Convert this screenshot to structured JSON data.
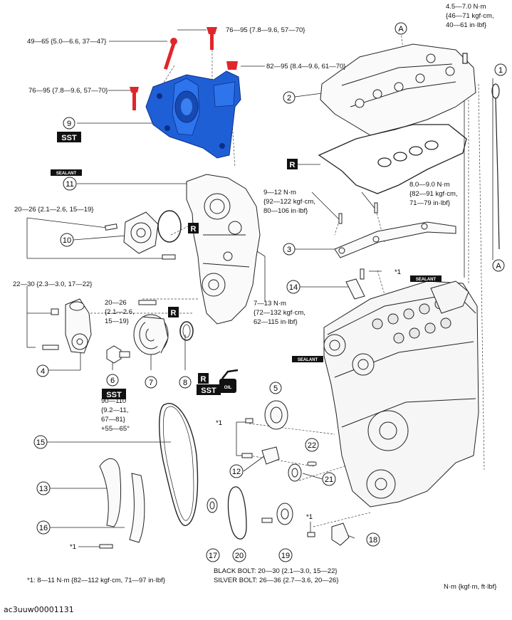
{
  "torques": {
    "t_49_65": "49—65 {5.0—6.6, 37—47}",
    "t_76_95_top": "76—95 {7.8—9.6, 57—70}",
    "t_82_95": "82—95 {8.4—9.6, 61—70}",
    "t_76_95_left": "76—95 {7.8—9.6, 57—70}",
    "t_45_70_l1": "4.5—7.0 N·m",
    "t_45_70_l2": "{46—71 kgf·cm,",
    "t_45_70_l3": "40—61 in·lbf}",
    "t_20_26_left": "20—26 {2.1—2.6, 15—19}",
    "t_9_12_l1": "9—12 N·m",
    "t_9_12_l2": "{92—122 kgf·cm,",
    "t_9_12_l3": "80—106 in·lbf}",
    "t_8_9_l1": "8.0—9.0 N·m",
    "t_8_9_l2": "{82—91 kgf·cm,",
    "t_8_9_l3": "71—79 in·lbf}",
    "t_22_30": "22—30 {2.3—3.0, 17—22}",
    "t_20_26_mid_l1": "20—26",
    "t_20_26_mid_l2": "{2.1—2.6,",
    "t_20_26_mid_l3": "15—19}",
    "t_7_13_l1": "7—13 N·m",
    "t_7_13_l2": "{72—132 kgf·cm,",
    "t_7_13_l3": "62—115 in·lbf}",
    "t_90_110_l1": "90—110",
    "t_90_110_l2": "{9.2—11,",
    "t_90_110_l3": "67—81}",
    "t_90_110_l4": "+55—65°"
  },
  "callouts": {
    "n1": "1",
    "n2": "2",
    "n3": "3",
    "n4": "4",
    "n5": "5",
    "n6": "6",
    "n7": "7",
    "n8": "8",
    "n9": "9",
    "n10": "10",
    "n11": "11",
    "n12": "12",
    "n13": "13",
    "n14": "14",
    "n15": "15",
    "n16": "16",
    "n17": "17",
    "n18": "18",
    "n19": "19",
    "n20": "20",
    "n21": "21",
    "n22": "22",
    "a_top": "A",
    "a_right": "A",
    "star1": "*1"
  },
  "tags": {
    "sst": "SST",
    "r": "R",
    "sealant": "SEALANT",
    "oil": "OIL"
  },
  "footer": {
    "black_bolt": "BLACK BOLT: 20—30 {2.1—3.0, 15—22}",
    "silver_bolt": "SILVER BOLT: 26—36 {2.7—3.6, 20—26}",
    "note": "*1: 8—11 N·m {82—112 kgf·cm, 71—97 in·lbf}",
    "units": "N·m {kgf·m, ft·lbf}",
    "figure_id": "ac3uuw00001131"
  },
  "colors": {
    "highlight": "#1f5fd6",
    "highlight_dark": "#0a2f8a",
    "red_bolt": "#e0262b",
    "ink": "#111111"
  }
}
